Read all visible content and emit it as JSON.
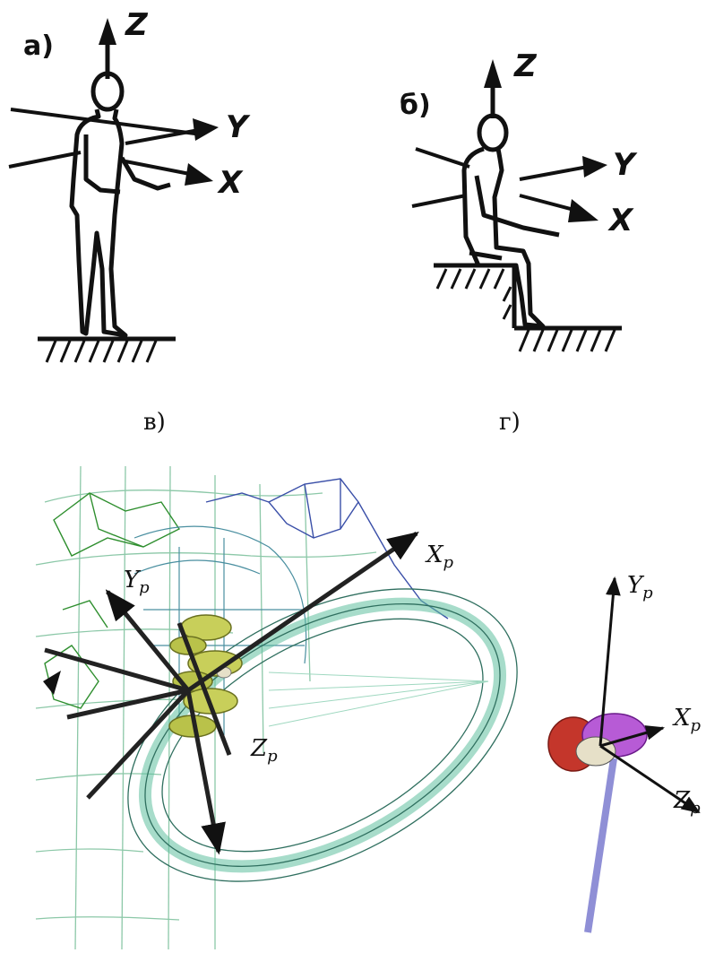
{
  "panels": {
    "a": {
      "label": "а)",
      "axes": [
        "Z",
        "Y",
        "X"
      ]
    },
    "b": {
      "label": "б)",
      "axes": [
        "Z",
        "Y",
        "X"
      ]
    },
    "v": {
      "label": "в)"
    },
    "g": {
      "label": "г)"
    },
    "model_left": {
      "axes": [
        "Y",
        "X",
        "Z"
      ],
      "subscript": "p"
    },
    "model_right": {
      "axes": [
        "Y",
        "X",
        "Z"
      ],
      "subscript": "p"
    }
  },
  "colors": {
    "ink": "#111111",
    "mesh_green": "#2f8f2f",
    "mesh_blue": "#3a4fa8",
    "mesh_teal": "#4fb3a0",
    "bone": "#b9c24a",
    "purple": "#9a2fbf",
    "limb": "#8f8fd6"
  }
}
